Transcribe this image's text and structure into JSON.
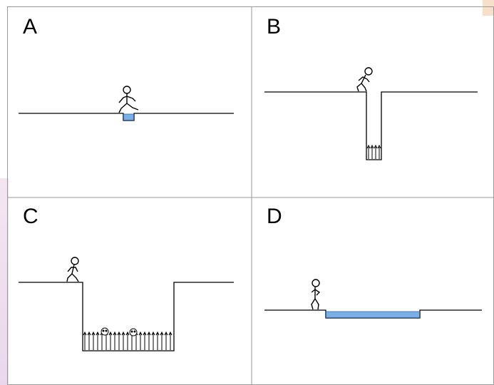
{
  "panels": [
    {
      "label": "A"
    },
    {
      "label": "B"
    },
    {
      "label": "C"
    },
    {
      "label": "D"
    }
  ],
  "colors": {
    "water_fill": "#7aaee6",
    "water_stroke": "#3a6fb0",
    "line": "#000000",
    "grid": "#9a9a9a"
  }
}
